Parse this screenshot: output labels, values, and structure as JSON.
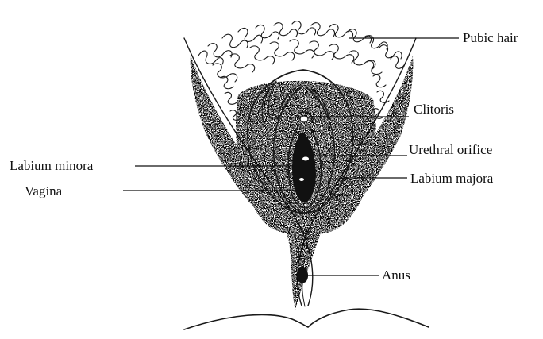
{
  "labels": {
    "pubic_hair": "Pubic hair",
    "clitoris": "Clitoris",
    "urethral_orifice": "Urethral orifice",
    "labium_majora": "Labium majora",
    "labium_minora": "Labium minora",
    "vagina": "Vagina",
    "anus": "Anus"
  },
  "colors": {
    "ink": "#111111",
    "background": "#ffffff"
  }
}
